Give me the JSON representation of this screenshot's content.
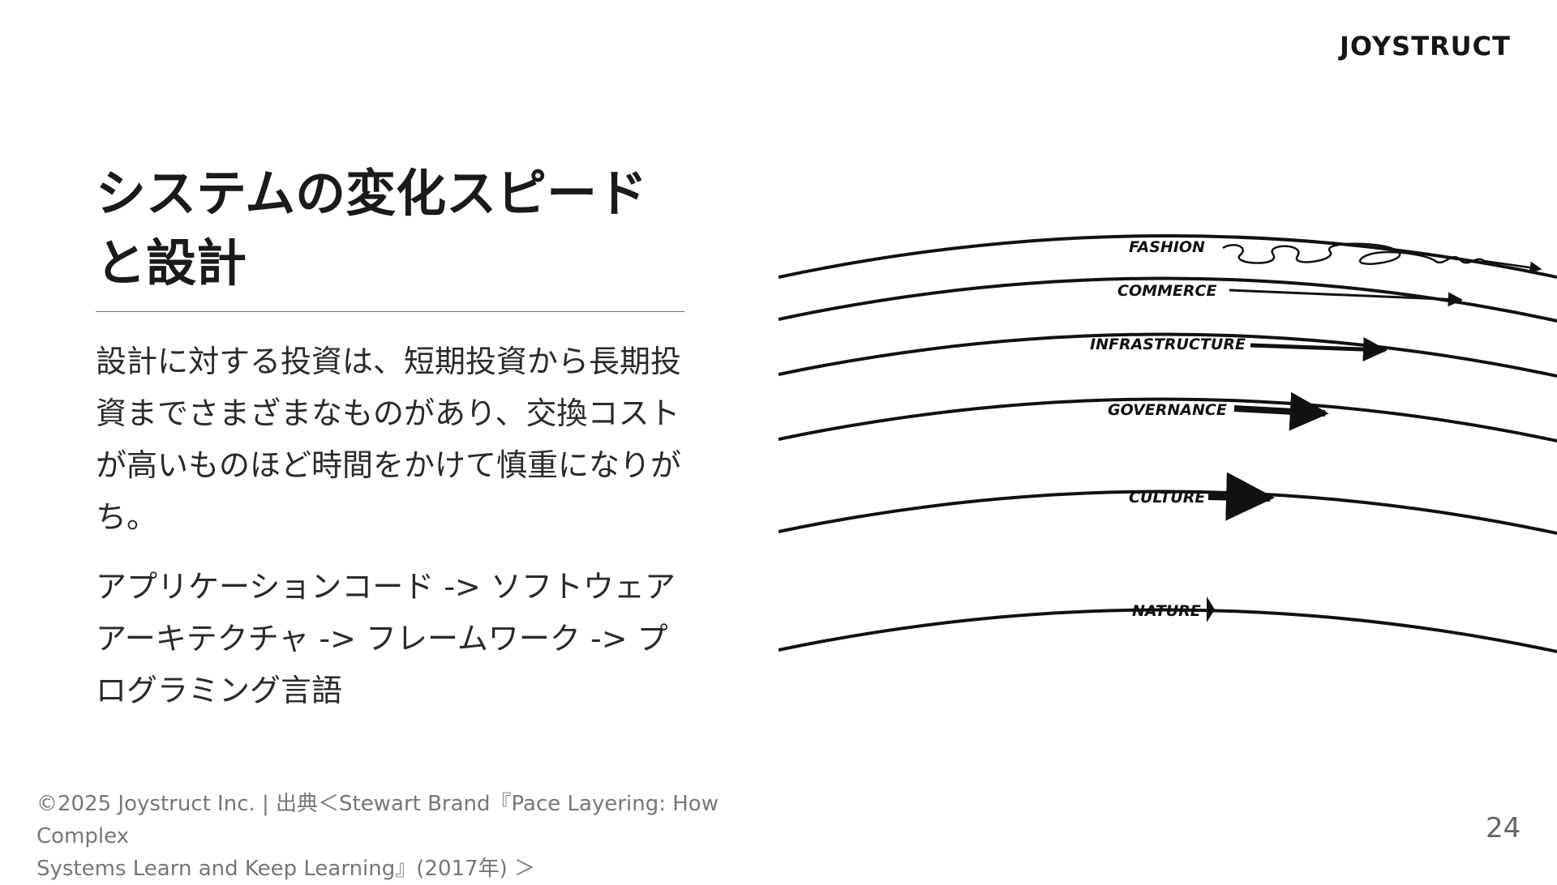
{
  "brand": {
    "logo_text": "JOYSTRUCT"
  },
  "slide": {
    "title_line1": "システムの変化スピード",
    "title_line2": "と設計",
    "paragraph1": "設計に対する投資は、短期投資から長期投資までさまざまなものがあり、交換コストが高いものほど時間をかけて慎重になりがち。",
    "paragraph2": "アプリケーションコード -> ソフトウェアアーキテクチャ -> フレームワーク -> プログラミング言語"
  },
  "diagram": {
    "layers": [
      {
        "label": "FASHION"
      },
      {
        "label": "COMMERCE"
      },
      {
        "label": "INFRASTRUCTURE"
      },
      {
        "label": "GOVERNANCE"
      },
      {
        "label": "CULTURE"
      },
      {
        "label": "NATURE"
      }
    ]
  },
  "footer": {
    "line1": "©2025 Joystruct Inc. | 出典＜Stewart Brand『Pace Layering: How Complex",
    "line2": "Systems Learn and Keep Learning』(2017年) ＞"
  },
  "page_number": "24"
}
